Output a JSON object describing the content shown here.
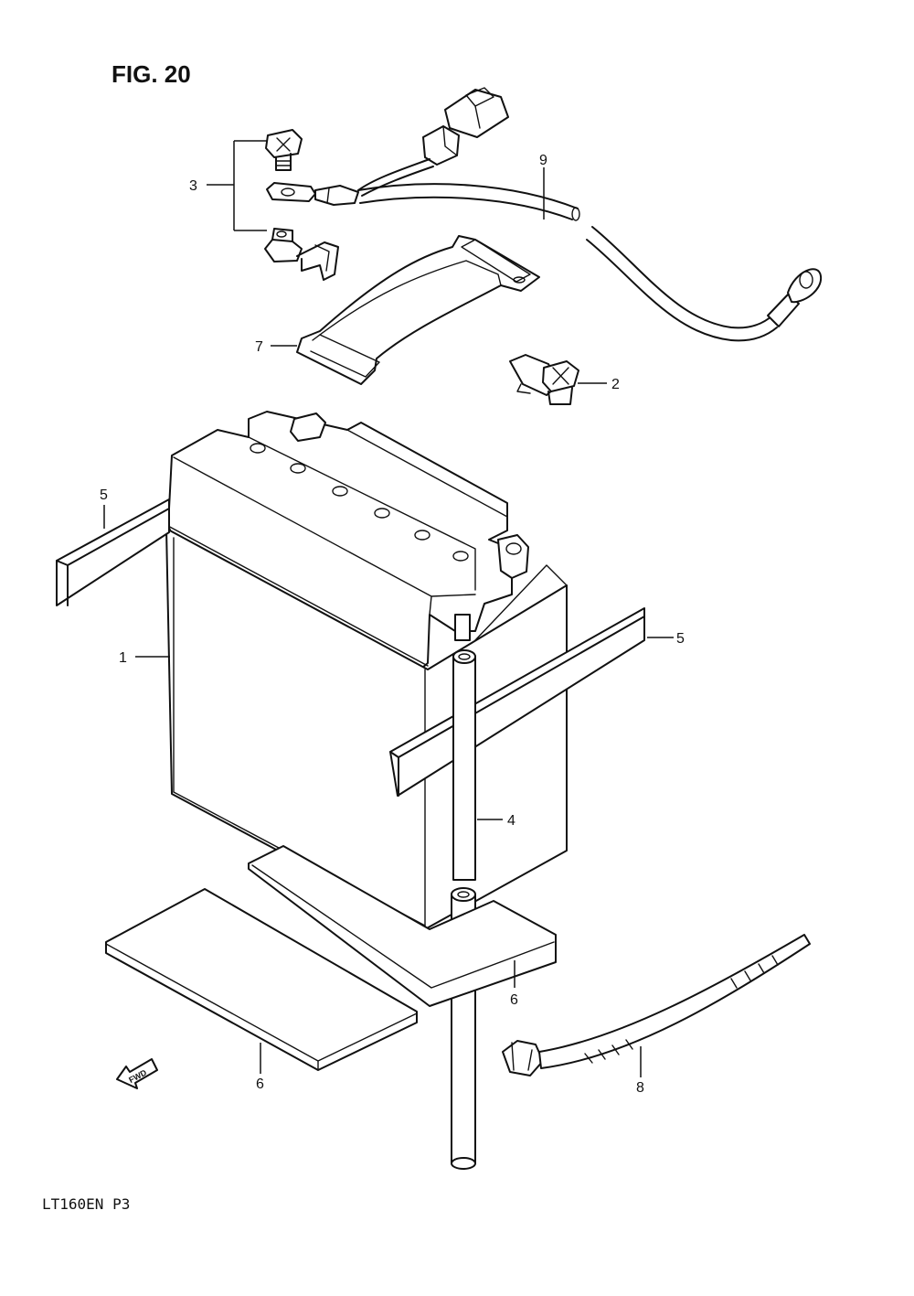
{
  "figure": {
    "title": "FIG. 20",
    "model_code": "LT160EN P3"
  },
  "callouts": {
    "battery": "1",
    "terminal_bolt": "2",
    "terminal_set": "3",
    "breather_hose": "4",
    "cushion_side_left": "5",
    "cushion_side_right": "5",
    "pad_front": "6",
    "pad_rear": "6",
    "band": "7",
    "cable_tie": "8",
    "lead_wire": "9"
  },
  "fwd_arrow": {
    "label": "FWD",
    "icon": "fwd-arrow-icon"
  }
}
